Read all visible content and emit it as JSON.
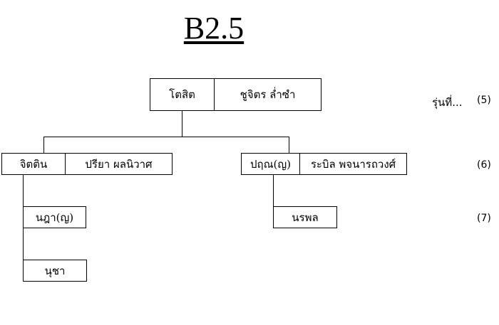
{
  "title": "B2.5",
  "generation_label": "รุ่นที่...",
  "generations": [
    "(5)",
    "(6)",
    "(7)"
  ],
  "root": {
    "person": "โตสิต",
    "spouse": "ชูจิตร ล่ำซำ"
  },
  "children": [
    {
      "person": "จิตติน",
      "spouse": "ปรียา ผลนิวาศ",
      "children": [
        "นฎา(ญ)",
        "นุชา"
      ]
    },
    {
      "person": "ปฤณ(ญ)",
      "spouse": "ระบิล พจนารถวงศ์",
      "children": [
        "นรพล"
      ]
    }
  ]
}
